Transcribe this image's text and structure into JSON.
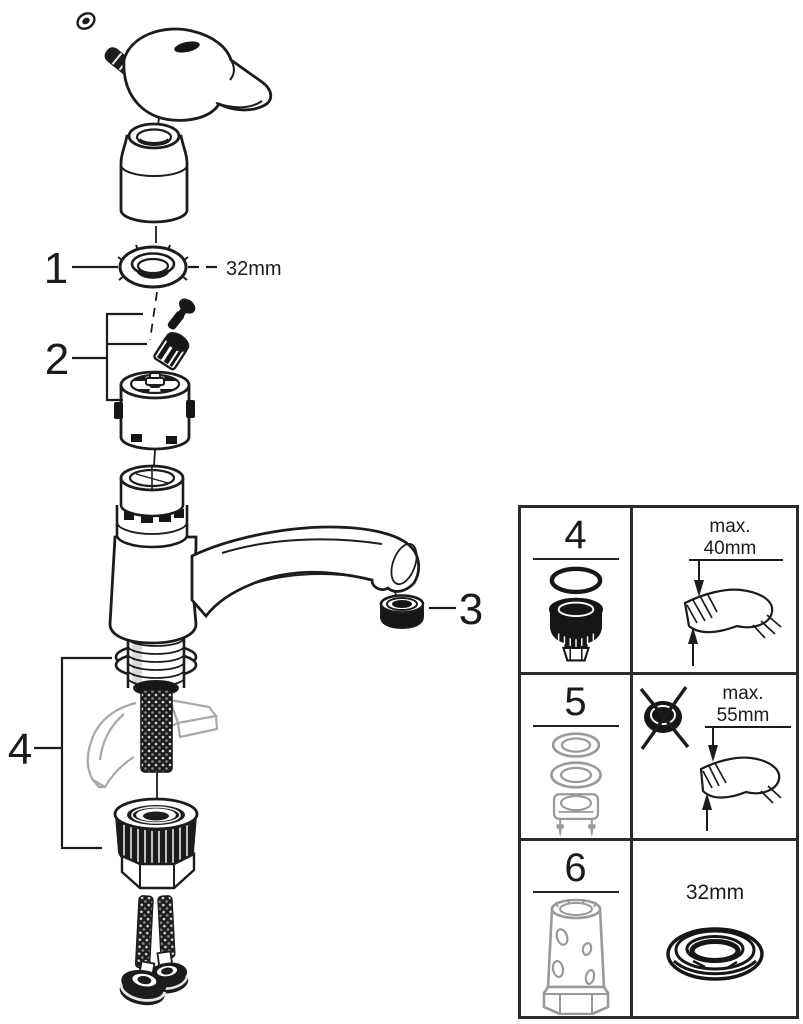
{
  "diagram": {
    "callout_1": "1",
    "callout_2": "2",
    "callout_3": "3",
    "callout_4": "4",
    "ring_nut_size_label": "32mm"
  },
  "spec_table": {
    "row_4": {
      "num": "4",
      "max_label": "max.",
      "max_value": "40mm"
    },
    "row_5": {
      "num": "5",
      "max_label": "max.",
      "max_value": "55mm"
    },
    "row_6": {
      "num": "6",
      "size_label": "32mm"
    }
  },
  "colors": {
    "line": "#1c1c1c",
    "ghost": "#a8a8a8",
    "background": "#ffffff"
  }
}
